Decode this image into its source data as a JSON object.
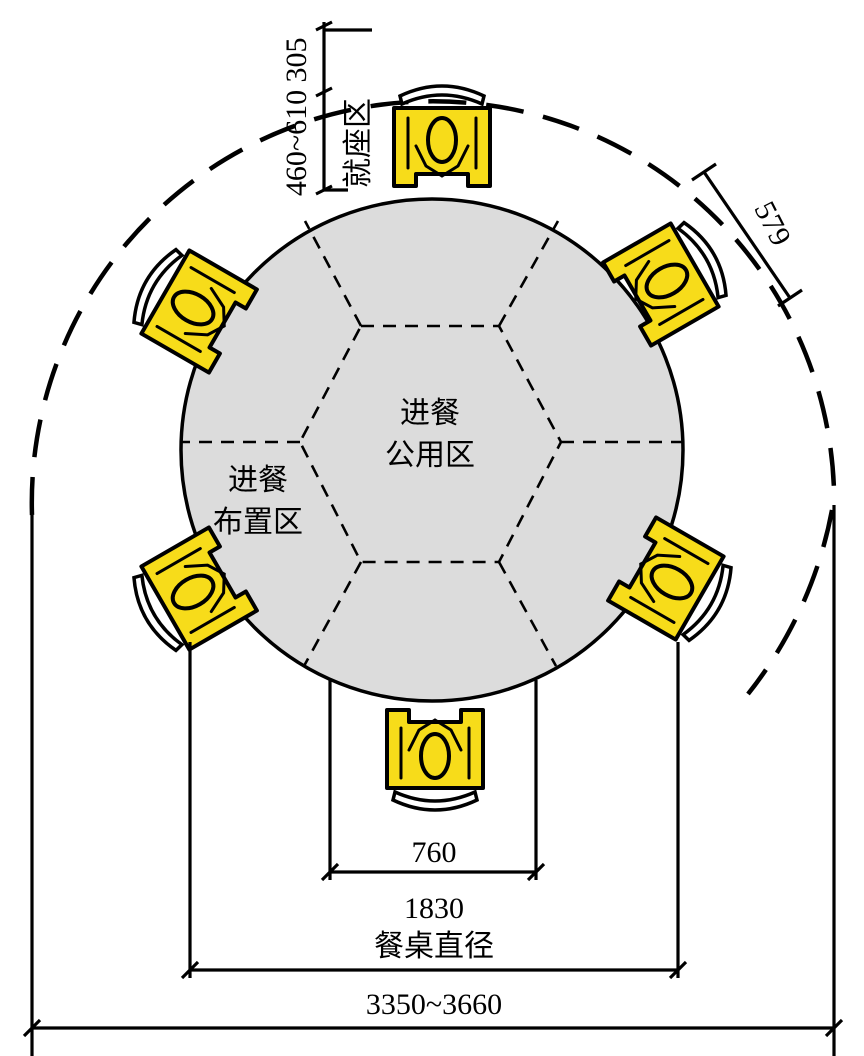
{
  "labels": {
    "public_zone_line1": "进餐",
    "public_zone_line2": "公用区",
    "setting_zone_line1": "进餐",
    "setting_zone_line2": "布置区",
    "seating_zone": "就座区"
  },
  "dimensions": {
    "top_clearance": "305",
    "seat_depth": "460~610",
    "shoulder_width": "579",
    "seat_spacing": "760",
    "table_diameter": "1830",
    "table_diameter_label": "餐桌直径",
    "overall_width": "3350~3660"
  },
  "colors": {
    "person": "#f7dc1a",
    "table": "#dcdcdc",
    "line": "#000000"
  },
  "icons": {
    "person": "seated-diner-icon",
    "chair": "chair-back-icon"
  }
}
